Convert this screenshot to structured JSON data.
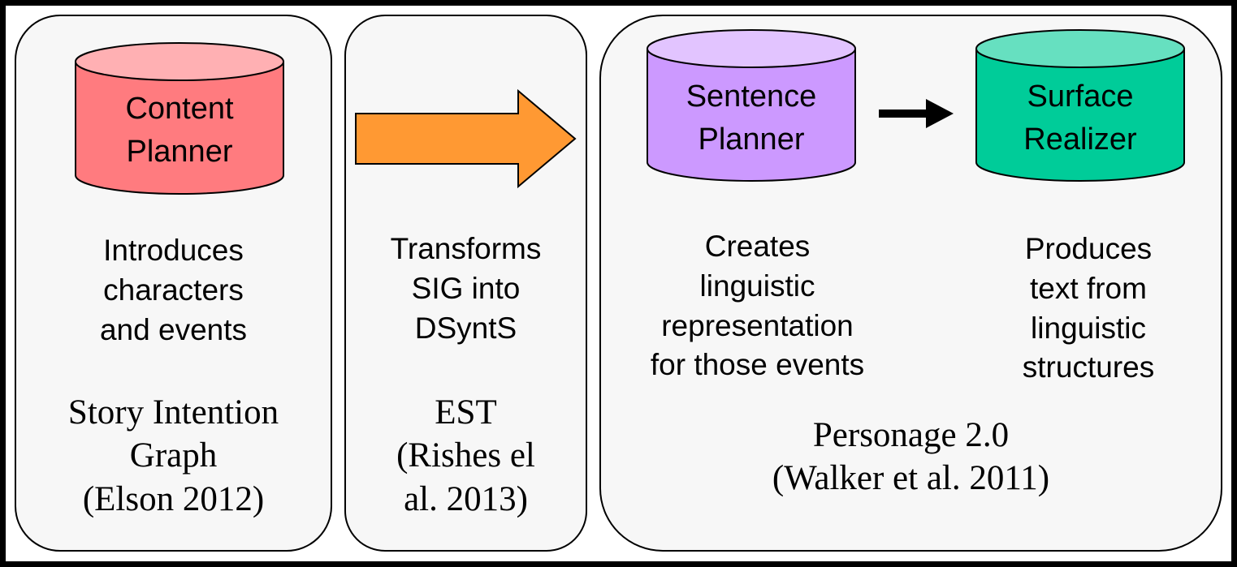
{
  "diagram": {
    "modules": [
      {
        "label": [
          "Content",
          "Planner"
        ],
        "color": "#ff7b7f",
        "top_color": "#ffb0b3",
        "description": [
          "Introduces",
          "characters",
          "and events"
        ],
        "citation": [
          "Story Intention",
          "Graph",
          "(Elson 2012)"
        ]
      },
      {
        "description": [
          "Transforms",
          "SIG into",
          "DSyntS"
        ],
        "citation": [
          "EST",
          "(Rishes el",
          "al. 2013)"
        ],
        "arrow_color": "#ff9933"
      },
      {
        "label": [
          "Sentence",
          "Planner"
        ],
        "color": "#cc99ff",
        "top_color": "#e2c4ff",
        "description": [
          "Creates",
          "linguistic",
          "representation",
          "for those events"
        ]
      },
      {
        "label": [
          "Surface",
          "Realizer"
        ],
        "color": "#00cc99",
        "top_color": "#66e0c0",
        "description": [
          "Produces",
          "text from",
          "linguistic",
          "structures"
        ]
      }
    ],
    "personage_citation": [
      "Personage 2.0",
      "(Walker et al. 2011)"
    ]
  }
}
